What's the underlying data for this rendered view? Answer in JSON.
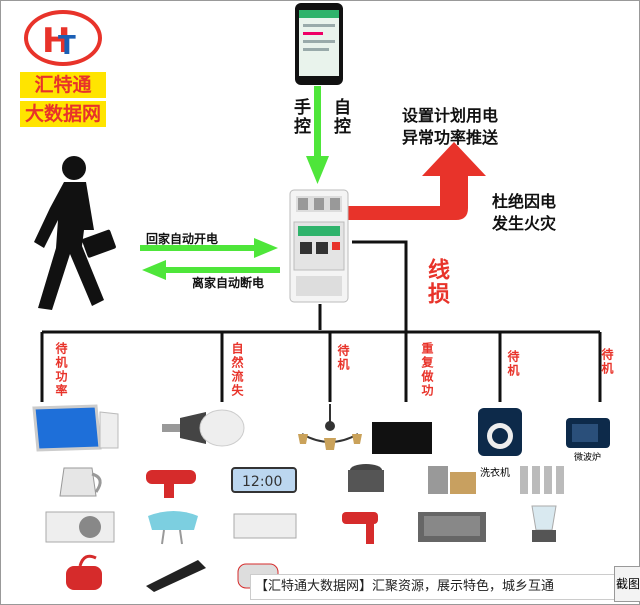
{
  "logo": {
    "line1": "汇特通",
    "line2": "大数据网"
  },
  "control": {
    "manual": "手控",
    "auto": "自控"
  },
  "push": {
    "line1": "设置计划用电",
    "line2": "异常功率推送"
  },
  "fire": {
    "line1": "杜绝因电",
    "line2": "发生火灾"
  },
  "home": {
    "on": "回家自动开电",
    "off": "离家自动断电"
  },
  "line_loss": "线损",
  "categories": [
    "待机功率",
    "自然流失",
    "待机",
    "重复做功",
    "待机",
    "待机"
  ],
  "appliance_labels": {
    "washer": "洗衣机",
    "microwave": "微波炉"
  },
  "clock_display": "12:00",
  "footer": "【汇特通大数据网】汇聚资源，展示特色，城乡互通",
  "corner_button": "截图",
  "colors": {
    "red": "#e8332a",
    "green": "#4ee63a",
    "yellow": "#ffe400"
  }
}
